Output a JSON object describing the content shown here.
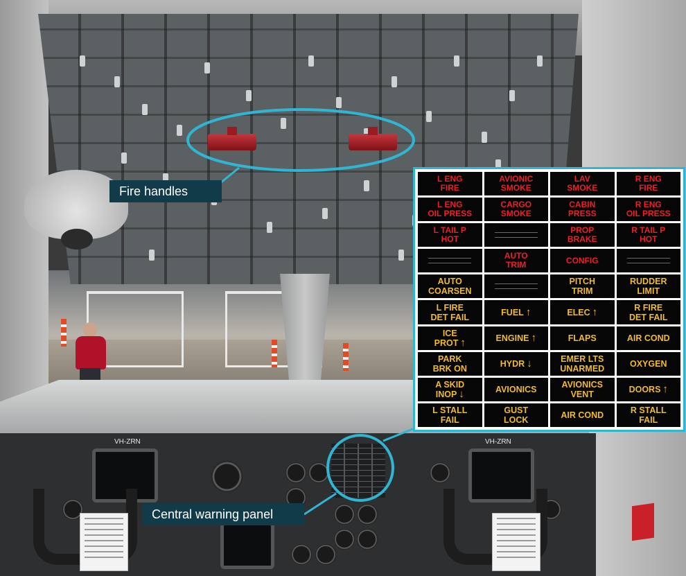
{
  "labels": {
    "fire_handles": "Fire handles",
    "central_warning_panel": "Central warning panel",
    "registration_left": "VH-ZRN",
    "registration_right": "VH-ZRN"
  },
  "colors": {
    "highlight": "#30b5d2",
    "callout_bg": "#123b4a",
    "warning_text": "#ee1f26",
    "caution_text": "#f2bb2a"
  },
  "annunciators": [
    {
      "lines": [
        "L ENG",
        "FIRE"
      ],
      "color": "red"
    },
    {
      "lines": [
        "AVIONIC",
        "SMOKE"
      ],
      "color": "red"
    },
    {
      "lines": [
        "LAV",
        "SMOKE"
      ],
      "color": "red"
    },
    {
      "lines": [
        "R ENG",
        "FIRE"
      ],
      "color": "red"
    },
    {
      "lines": [
        "L ENG",
        "OIL PRESS"
      ],
      "color": "red"
    },
    {
      "lines": [
        "CARGO",
        "SMOKE"
      ],
      "color": "red"
    },
    {
      "lines": [
        "CABIN",
        "PRESS"
      ],
      "color": "red"
    },
    {
      "lines": [
        "R ENG",
        "OIL PRESS"
      ],
      "color": "red"
    },
    {
      "lines": [
        "L TAIL P",
        "HOT"
      ],
      "color": "red"
    },
    {
      "lines": [],
      "color": "blank"
    },
    {
      "lines": [
        "PROP",
        "BRAKE"
      ],
      "color": "red"
    },
    {
      "lines": [
        "R TAIL P",
        "HOT"
      ],
      "color": "red"
    },
    {
      "lines": [],
      "color": "blank"
    },
    {
      "lines": [
        "AUTO",
        "TRIM"
      ],
      "color": "red"
    },
    {
      "lines": [
        "CONFIG"
      ],
      "color": "red"
    },
    {
      "lines": [],
      "color": "blank"
    },
    {
      "lines": [
        "AUTO",
        "COARSEN"
      ],
      "color": "amber"
    },
    {
      "lines": [],
      "color": "blank"
    },
    {
      "lines": [
        "PITCH",
        "TRIM"
      ],
      "color": "amber"
    },
    {
      "lines": [
        "RUDDER",
        "LIMIT"
      ],
      "color": "amber"
    },
    {
      "lines": [
        "L FIRE",
        "DET FAIL"
      ],
      "color": "amber"
    },
    {
      "lines": [
        "FUEL"
      ],
      "color": "amber",
      "arrow": "up"
    },
    {
      "lines": [
        "ELEC"
      ],
      "color": "amber",
      "arrow": "up"
    },
    {
      "lines": [
        "R FIRE",
        "DET FAIL"
      ],
      "color": "amber"
    },
    {
      "lines": [
        "ICE",
        "PROT"
      ],
      "color": "amber",
      "arrow": "up"
    },
    {
      "lines": [
        "ENGINE"
      ],
      "color": "amber",
      "arrow": "up"
    },
    {
      "lines": [
        "FLAPS"
      ],
      "color": "amber"
    },
    {
      "lines": [
        "AIR COND"
      ],
      "color": "amber"
    },
    {
      "lines": [
        "PARK",
        "BRK ON"
      ],
      "color": "amber"
    },
    {
      "lines": [
        "HYDR"
      ],
      "color": "amber",
      "arrow": "down"
    },
    {
      "lines": [
        "EMER LTS",
        "UNARMED"
      ],
      "color": "amber"
    },
    {
      "lines": [
        "OXYGEN"
      ],
      "color": "amber"
    },
    {
      "lines": [
        "A SKID",
        "INOP"
      ],
      "color": "amber",
      "arrow": "down"
    },
    {
      "lines": [
        "AVIONICS"
      ],
      "color": "amber"
    },
    {
      "lines": [
        "AVIONICS",
        "VENT"
      ],
      "color": "amber"
    },
    {
      "lines": [
        "DOORS"
      ],
      "color": "amber",
      "arrow": "up"
    },
    {
      "lines": [
        "L STALL",
        "FAIL"
      ],
      "color": "amber"
    },
    {
      "lines": [
        "GUST",
        "LOCK"
      ],
      "color": "amber"
    },
    {
      "lines": [
        "AIR COND"
      ],
      "color": "amber"
    },
    {
      "lines": [
        "R STALL",
        "FAIL"
      ],
      "color": "amber"
    }
  ]
}
